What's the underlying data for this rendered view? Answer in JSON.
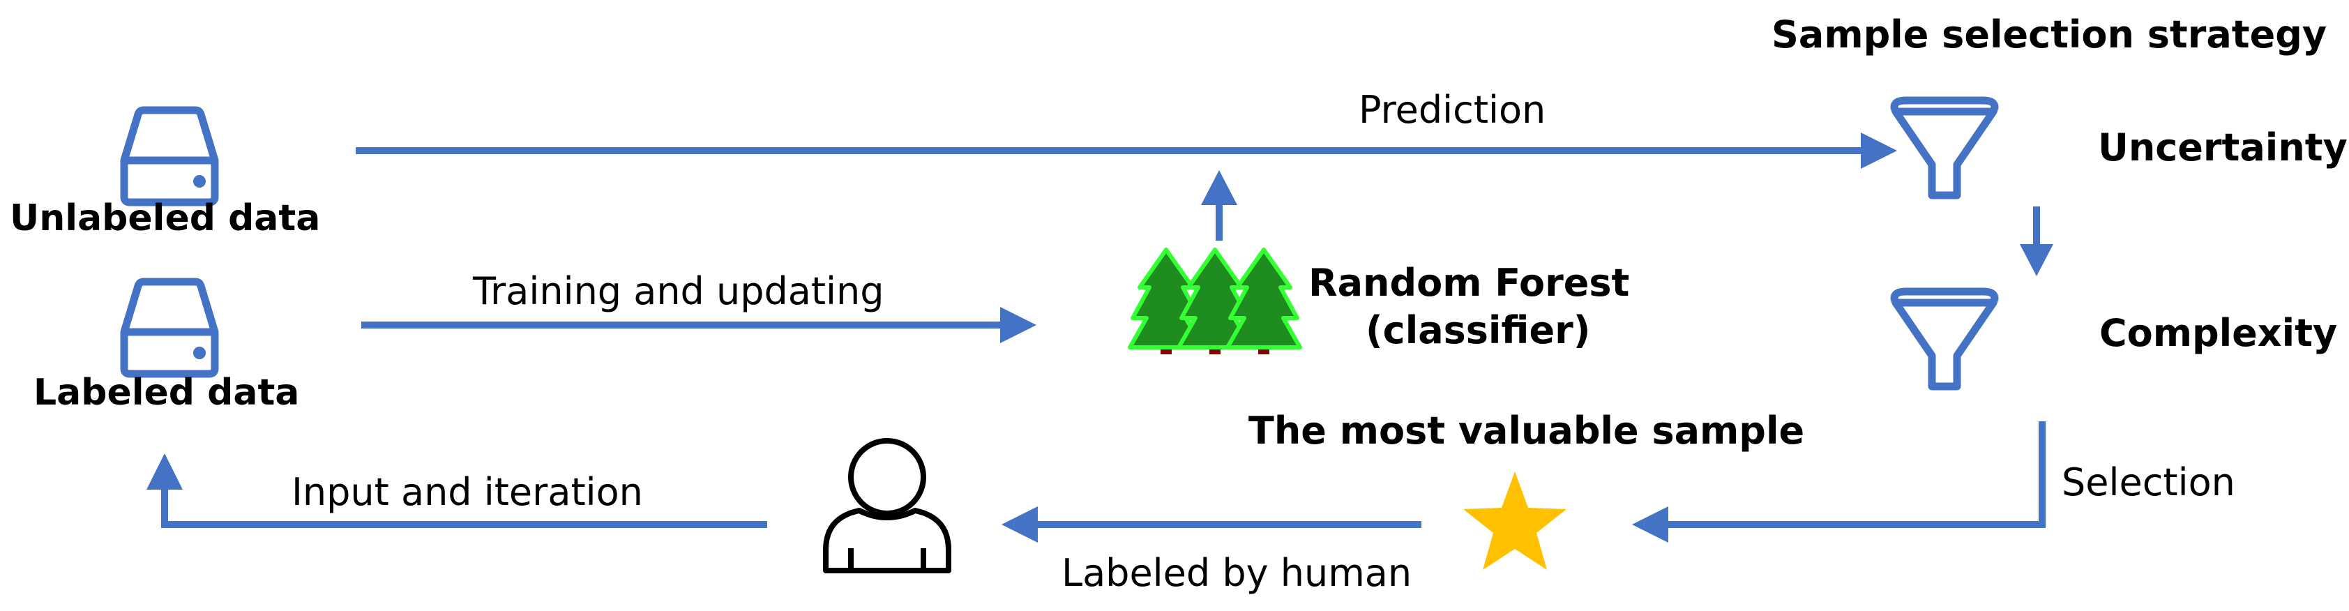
{
  "colors": {
    "arrow": "#4472C4",
    "tree_foliage": "#1E8C1E",
    "tree_glow": "#33FF33",
    "tree_trunk": "#8B0000",
    "star": "#FFC000",
    "text": "#000000"
  },
  "icons": {
    "unlabeled_data": "server-icon",
    "labeled_data": "server-icon",
    "classifier": "tree-icon",
    "human": "person-icon",
    "sample": "star-icon",
    "filters": "funnel-icon"
  },
  "nodes": {
    "unlabeled_data": "Unlabeled data",
    "labeled_data": "Labeled data",
    "classifier_line1": "Random Forest",
    "classifier_line2": "(classifier)",
    "strategy_title": "Sample selection strategy",
    "uncertainty": "Uncertainty",
    "complexity": "Complexity",
    "valuable_sample": "The most valuable sample"
  },
  "edges": {
    "prediction": "Prediction",
    "training": "Training and updating",
    "selection": "Selection",
    "labeled_by_human": "Labeled by human",
    "input_iteration": "Input and iteration"
  }
}
